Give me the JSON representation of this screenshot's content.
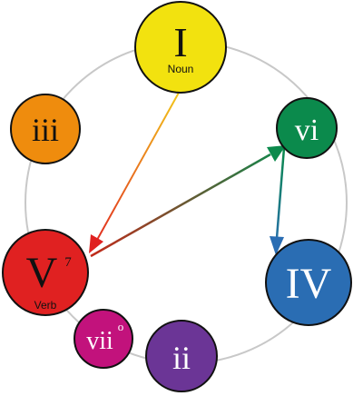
{
  "chords": {
    "I": {
      "numeral": "I",
      "caption": "Noun",
      "fill": "#f2e20f"
    },
    "vi": {
      "numeral": "vi",
      "fill": "#0b8a4c"
    },
    "IV": {
      "numeral": "IV",
      "fill": "#2a6db3"
    },
    "ii": {
      "numeral": "ii",
      "fill": "#6b3596"
    },
    "vii": {
      "numeral": "vii",
      "superscript": "o",
      "fill": "#c2127c"
    },
    "V": {
      "numeral": "V",
      "superscript": "7",
      "caption": "Verb",
      "fill": "#e02121"
    },
    "iii": {
      "numeral": "iii",
      "fill": "#ef8c0d"
    }
  },
  "ring_color": "#c8c8c8",
  "arrow_colors": {
    "I_to_V": [
      "#f2c61a",
      "#e02121"
    ],
    "V_to_vi": [
      "#c22a1a",
      "#0b8a4c"
    ],
    "vi_to_IV": [
      "#0b8a4c",
      "#2a6db3"
    ]
  }
}
